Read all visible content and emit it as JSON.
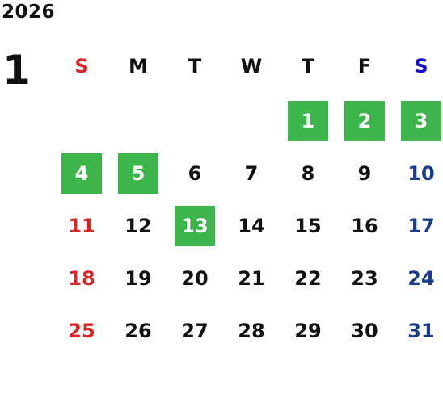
{
  "calendar": {
    "year": "2026",
    "month": "1",
    "weekdays": [
      {
        "label": "S",
        "color": "#dd2222"
      },
      {
        "label": "M",
        "color": "#111111"
      },
      {
        "label": "T",
        "color": "#111111"
      },
      {
        "label": "W",
        "color": "#111111"
      },
      {
        "label": "T",
        "color": "#111111"
      },
      {
        "label": "F",
        "color": "#111111"
      },
      {
        "label": "S",
        "color": "#1111dd"
      }
    ],
    "first_weekday_index": 4,
    "days": [
      {
        "label": "1",
        "highlighted": true
      },
      {
        "label": "2",
        "highlighted": true
      },
      {
        "label": "3",
        "highlighted": true
      },
      {
        "label": "4",
        "highlighted": true
      },
      {
        "label": "5",
        "highlighted": true
      },
      {
        "label": "6",
        "highlighted": false
      },
      {
        "label": "7",
        "highlighted": false
      },
      {
        "label": "8",
        "highlighted": false
      },
      {
        "label": "9",
        "highlighted": false
      },
      {
        "label": "10",
        "highlighted": false
      },
      {
        "label": "11",
        "highlighted": false
      },
      {
        "label": "12",
        "highlighted": false
      },
      {
        "label": "13",
        "highlighted": true
      },
      {
        "label": "14",
        "highlighted": false
      },
      {
        "label": "15",
        "highlighted": false
      },
      {
        "label": "16",
        "highlighted": false
      },
      {
        "label": "17",
        "highlighted": false
      },
      {
        "label": "18",
        "highlighted": false
      },
      {
        "label": "19",
        "highlighted": false
      },
      {
        "label": "20",
        "highlighted": false
      },
      {
        "label": "21",
        "highlighted": false
      },
      {
        "label": "22",
        "highlighted": false
      },
      {
        "label": "23",
        "highlighted": false
      },
      {
        "label": "24",
        "highlighted": false
      },
      {
        "label": "25",
        "highlighted": false
      },
      {
        "label": "26",
        "highlighted": false
      },
      {
        "label": "27",
        "highlighted": false
      },
      {
        "label": "28",
        "highlighted": false
      },
      {
        "label": "29",
        "highlighted": false
      },
      {
        "label": "30",
        "highlighted": false
      },
      {
        "label": "31",
        "highlighted": false
      }
    ],
    "colors": {
      "highlight": "#3cb54a",
      "sunday": "#dd2222",
      "saturday": "#1a3d8f",
      "weekday": "#111111"
    }
  }
}
